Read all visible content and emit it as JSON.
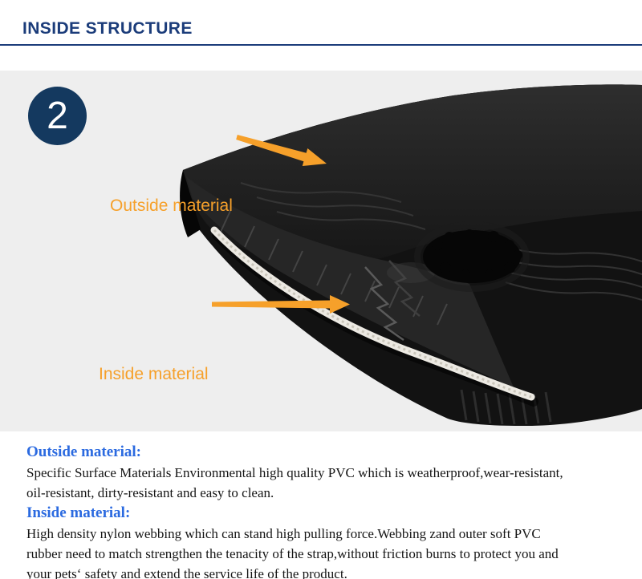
{
  "header": {
    "title": "INSIDE STRUCTURE"
  },
  "figure": {
    "step_number": "2",
    "outside_label": "Outside material",
    "inside_label": "Inside material"
  },
  "description": {
    "sections": [
      {
        "heading": "Outside material:",
        "lines": [
          "Specific Surface Materials Environmental high quality PVC which is weatherproof,wear-resistant,",
          "oil-resistant, dirty-resistant and easy to clean."
        ]
      },
      {
        "heading": "Inside material:",
        "lines": [
          "High density nylon webbing which can stand high pulling force.Webbing zand outer soft PVC",
          "rubber need to match strengthen the tenacity of the strap,without friction burns to protect you and",
          "your pets‘ safety and extend the service life of the product."
        ]
      }
    ]
  },
  "colors": {
    "navy": "#1b3c7a",
    "badge-navy": "#14395f",
    "orange": "#f6a02a",
    "label-blue": "#2b6ae0",
    "photo-bg": "#eeeeee",
    "webbing-white": "#ece9e2"
  }
}
